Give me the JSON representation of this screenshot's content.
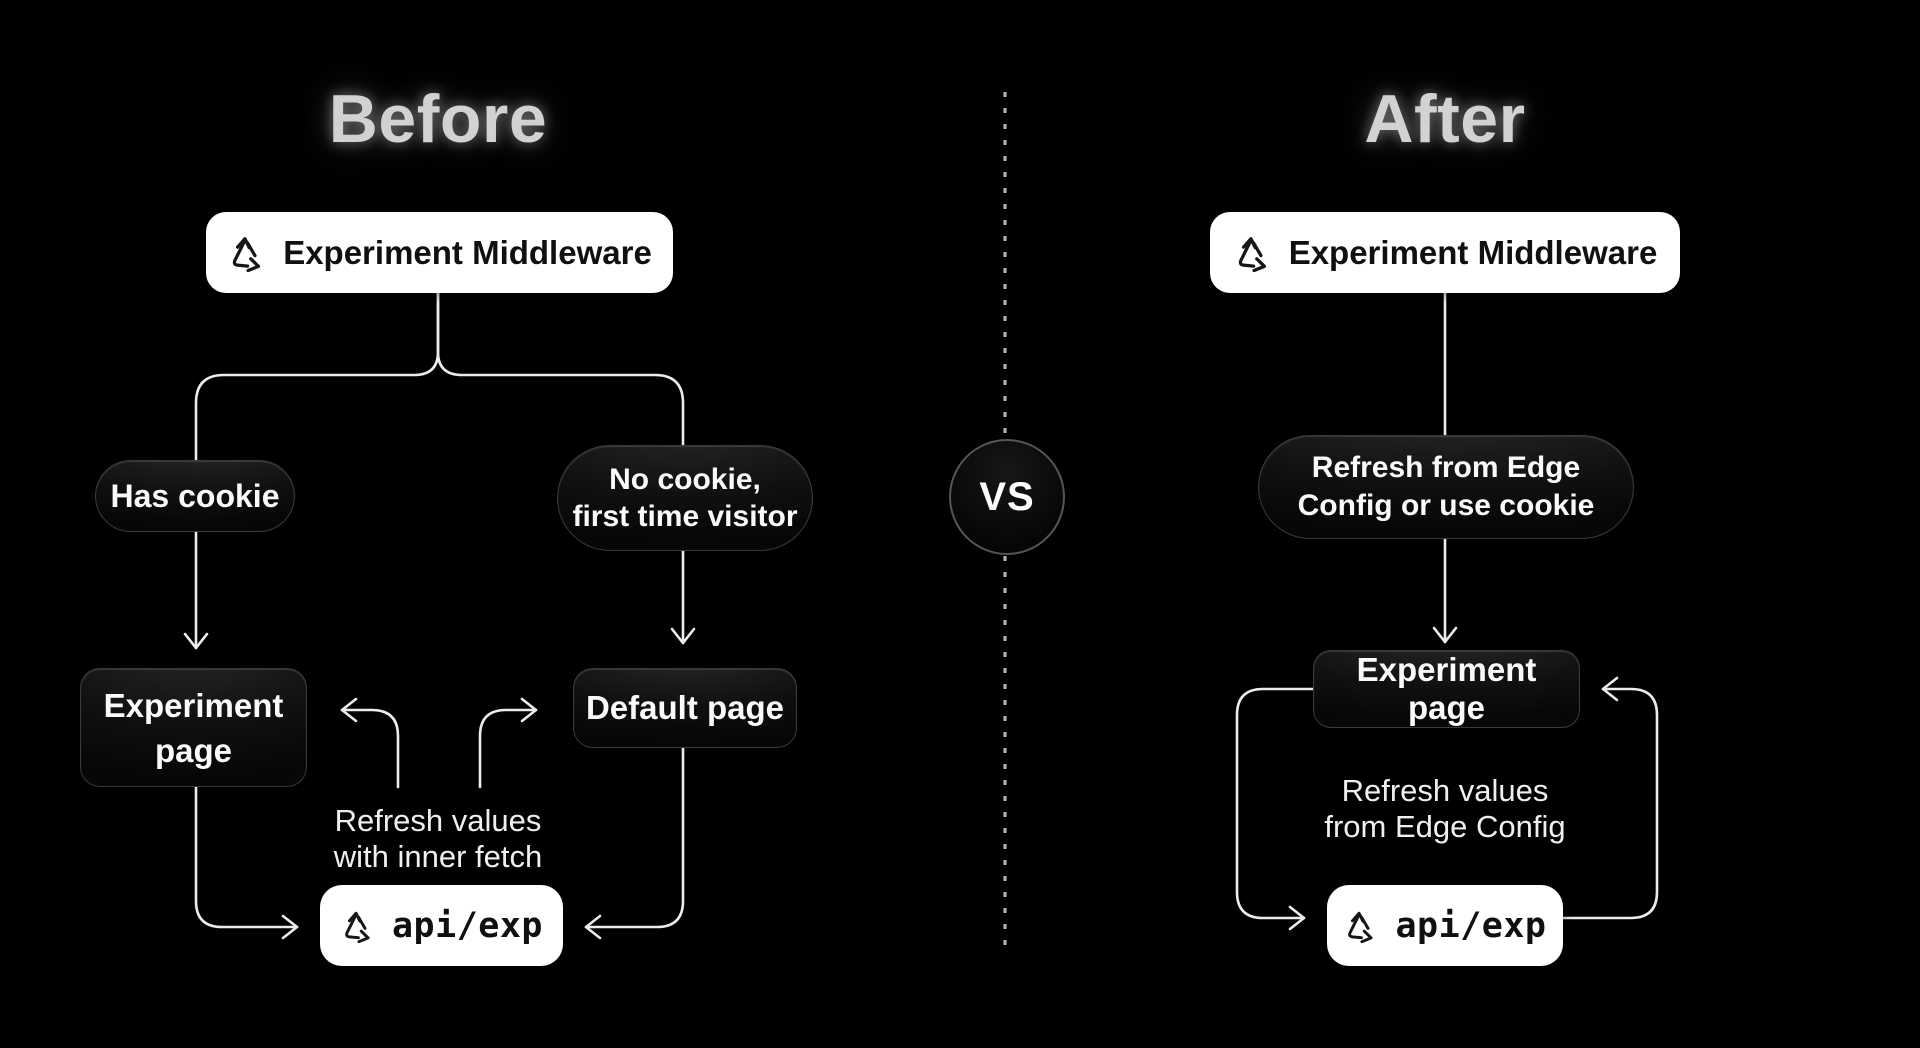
{
  "page": {
    "background": "#000000"
  },
  "colors": {
    "line": "#ececec",
    "title": "#d2d2d2",
    "dark_node_text": "#fafafa",
    "light_node_text": "#101010",
    "dotted_divider": "#b0b0b0",
    "node_border": "#3a3a3a"
  },
  "divider": {
    "vs_label": "VS"
  },
  "before": {
    "title": "Before",
    "middleware": {
      "label": "Experiment Middleware",
      "icon": "experiment-cycle-logo"
    },
    "has_cookie_pill": {
      "label": "Has cookie"
    },
    "no_cookie_pill": {
      "lines": [
        "No cookie,",
        "first time visitor"
      ]
    },
    "experiment_page": {
      "lines": [
        "Experiment",
        "page"
      ]
    },
    "default_page": {
      "label": "Default page"
    },
    "refresh_note": {
      "lines": [
        "Refresh values",
        "with inner fetch"
      ]
    },
    "api_endpoint": {
      "label": "api/exp",
      "icon": "experiment-cycle-logo"
    }
  },
  "after": {
    "title": "After",
    "middleware": {
      "label": "Experiment Middleware",
      "icon": "experiment-cycle-logo"
    },
    "refresh_pill": {
      "lines": [
        "Refresh from Edge",
        "Config or use cookie"
      ]
    },
    "experiment_page": {
      "label": "Experiment page"
    },
    "refresh_note": {
      "lines": [
        "Refresh values",
        "from Edge Config"
      ]
    },
    "api_endpoint": {
      "label": "api/exp",
      "icon": "experiment-cycle-logo"
    }
  }
}
